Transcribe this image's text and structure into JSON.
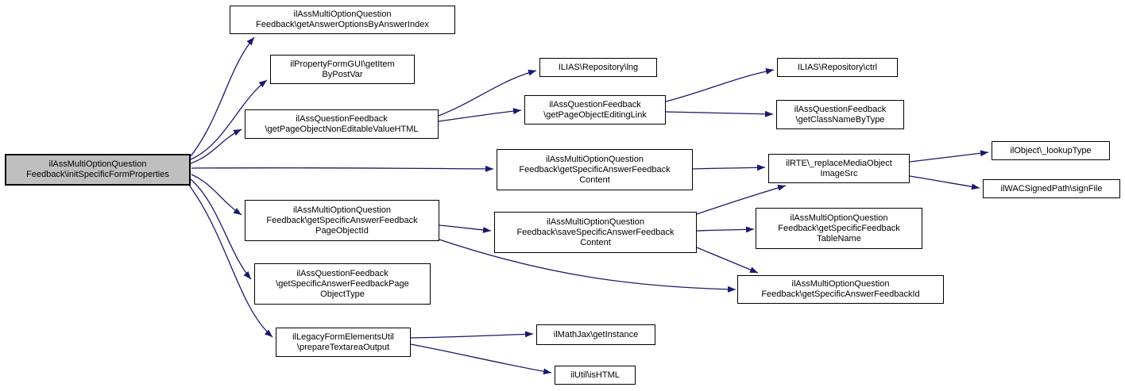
{
  "diagram": {
    "type": "doxygen-call-graph",
    "background": "#ffffff",
    "edge_color": "#191970",
    "node_fill": "#ffffff",
    "node_border_color": "#000000",
    "root_node_fill": "#bfbfbf"
  },
  "nodes": [
    {
      "id": "initSpecificFormProperties",
      "root": true,
      "lines": [
        "ilAssMultiOptionQuestion",
        "Feedback\\initSpecificFormProperties"
      ]
    },
    {
      "id": "getAnswerOptionsByAnswerIndex",
      "lines": [
        "ilAssMultiOptionQuestion",
        "Feedback\\getAnswerOptionsByAnswerIndex"
      ]
    },
    {
      "id": "getItemByPostVar",
      "lines": [
        "ilPropertyFormGUI\\getItem",
        "ByPostVar"
      ]
    },
    {
      "id": "getPageObjectNonEditableValueHTML",
      "lines": [
        "ilAssQuestionFeedback",
        "\\getPageObjectNonEditableValueHTML"
      ]
    },
    {
      "id": "repositoryLng",
      "lines": [
        "ILIAS\\Repository\\lng"
      ]
    },
    {
      "id": "getPageObjectEditingLink",
      "lines": [
        "ilAssQuestionFeedback",
        "\\getPageObjectEditingLink"
      ]
    },
    {
      "id": "repositoryCtrl",
      "lines": [
        "ILIAS\\Repository\\ctrl"
      ]
    },
    {
      "id": "getClassNameByType",
      "lines": [
        "ilAssQuestionFeedback",
        "\\getClassNameByType"
      ]
    },
    {
      "id": "getSpecificAnswerFeedbackContent",
      "lines": [
        "ilAssMultiOptionQuestion",
        "Feedback\\getSpecificAnswerFeedback",
        "Content"
      ]
    },
    {
      "id": "replaceMediaObjectImageSrc",
      "lines": [
        "ilRTE\\_replaceMediaObject",
        "ImageSrc"
      ]
    },
    {
      "id": "lookupType",
      "lines": [
        "ilObject\\_lookupType"
      ]
    },
    {
      "id": "signFile",
      "lines": [
        "ilWACSignedPath\\signFile"
      ]
    },
    {
      "id": "getSpecificAnswerFeedbackPageObjectId",
      "lines": [
        "ilAssMultiOptionQuestion",
        "Feedback\\getSpecificAnswerFeedback",
        "PageObjectId"
      ]
    },
    {
      "id": "saveSpecificAnswerFeedbackContent",
      "lines": [
        "ilAssMultiOptionQuestion",
        "Feedback\\saveSpecificAnswerFeedback",
        "Content"
      ]
    },
    {
      "id": "getSpecificFeedbackTableName",
      "lines": [
        "ilAssMultiOptionQuestion",
        "Feedback\\getSpecificFeedback",
        "TableName"
      ]
    },
    {
      "id": "getSpecificAnswerFeedbackId",
      "lines": [
        "ilAssMultiOptionQuestion",
        "Feedback\\getSpecificAnswerFeedbackId"
      ]
    },
    {
      "id": "getSpecificAnswerFeedbackPageObjectType",
      "lines": [
        "ilAssQuestionFeedback",
        "\\getSpecificAnswerFeedbackPage",
        "ObjectType"
      ]
    },
    {
      "id": "prepareTextareaOutput",
      "lines": [
        "ilLegacyFormElementsUtil",
        "\\prepareTextareaOutput"
      ]
    },
    {
      "id": "mathJaxGetInstance",
      "lines": [
        "ilMathJax\\getInstance"
      ]
    },
    {
      "id": "isHTML",
      "lines": [
        "ilUtil\\isHTML"
      ]
    }
  ]
}
